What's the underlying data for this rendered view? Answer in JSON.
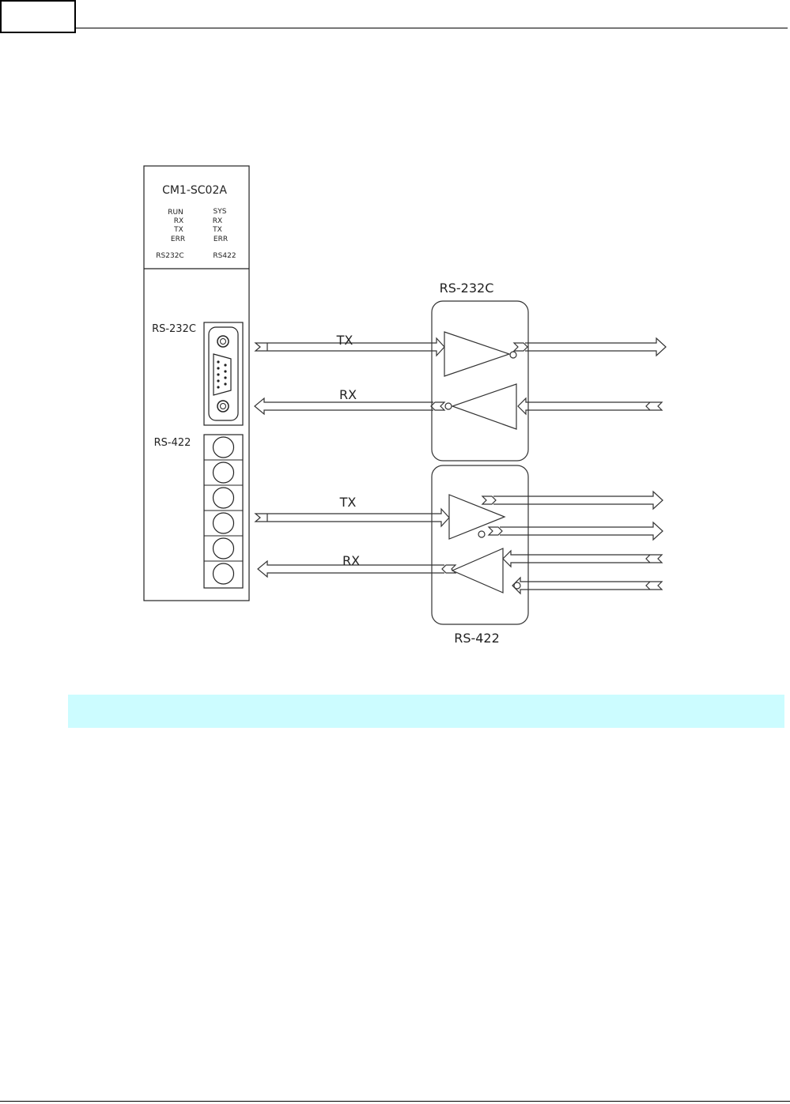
{
  "module": {
    "model": "CM1-SC02A",
    "led_left": [
      "RUN",
      "RX",
      "TX",
      "ERR"
    ],
    "led_right": [
      "SYS",
      "RX",
      "TX",
      "ERR"
    ],
    "port_left": "RS232C",
    "port_right": "RS422",
    "rs232_port_label": "RS-232C",
    "rs422_port_label": "RS-422"
  },
  "blocks": {
    "rs232c_title": "RS-232C",
    "rs422_title": "RS-422"
  },
  "signals": {
    "rs232_tx": "TX",
    "rs232_rx": "RX",
    "rs422_tx": "TX",
    "rs422_rx": "RX"
  }
}
